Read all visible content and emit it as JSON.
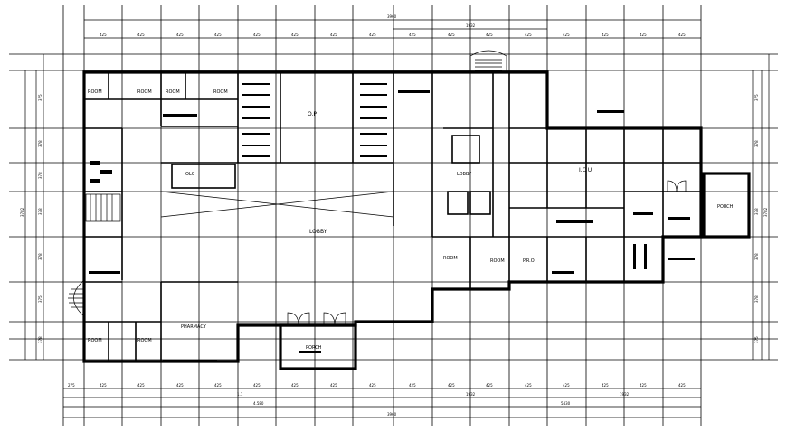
{
  "rooms": {
    "room_nw_1": "ROOM",
    "room_nw_2": "ROOM",
    "room_nw_3": "ROOM",
    "room_nw_4": "ROOM",
    "op": "O.P",
    "olc": "OLC",
    "lobby_main": "LOBBY",
    "lobby_stair": "LOBBY",
    "icu": "I.C U",
    "porch_east": "PORCH",
    "porch_south": "PORCH",
    "room_mid_1": "ROOM",
    "room_mid_2": "ROOM",
    "pro": "P.R.O",
    "pharmacy": "PHARMACY",
    "room_sw_1": "ROOM",
    "room_sw_2": "ROOM"
  },
  "dimensions": {
    "top_total": "3960",
    "top_sub": "1932",
    "bottom_sub_1": "1932",
    "bottom_sub_2": "1932",
    "bottom_left": "4.580",
    "bottom_right": "5430",
    "bottom_total": "3960",
    "left_total": "3782",
    "right_total": "3782",
    "spacings": [
      "425",
      "425",
      "425",
      "425",
      "425",
      "425",
      "425",
      "425",
      "425",
      "425",
      "425",
      "425",
      "425",
      "425",
      "425",
      "425"
    ],
    "left_spacings": [
      "375",
      "378",
      "378",
      "378",
      "378",
      "375",
      "378"
    ],
    "right_spacings": [
      "375",
      "378",
      "378",
      "378",
      "378",
      "375"
    ],
    "bottom_spacing_first": "275",
    "bottom_mid": "1.1"
  }
}
